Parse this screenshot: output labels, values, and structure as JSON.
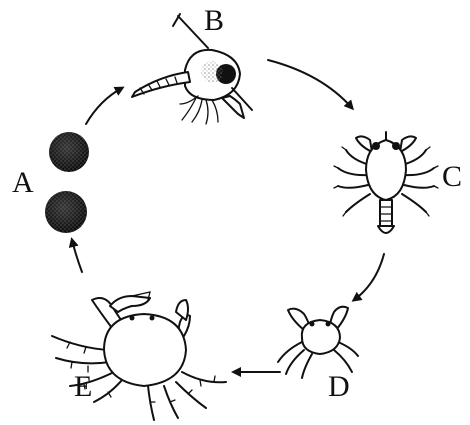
{
  "diagram": {
    "stage_labels": {
      "a": "A",
      "b": "B",
      "c": "C",
      "d": "D",
      "e": "E"
    },
    "colors": {
      "ink": "#111111",
      "background": "#ffffff"
    }
  }
}
